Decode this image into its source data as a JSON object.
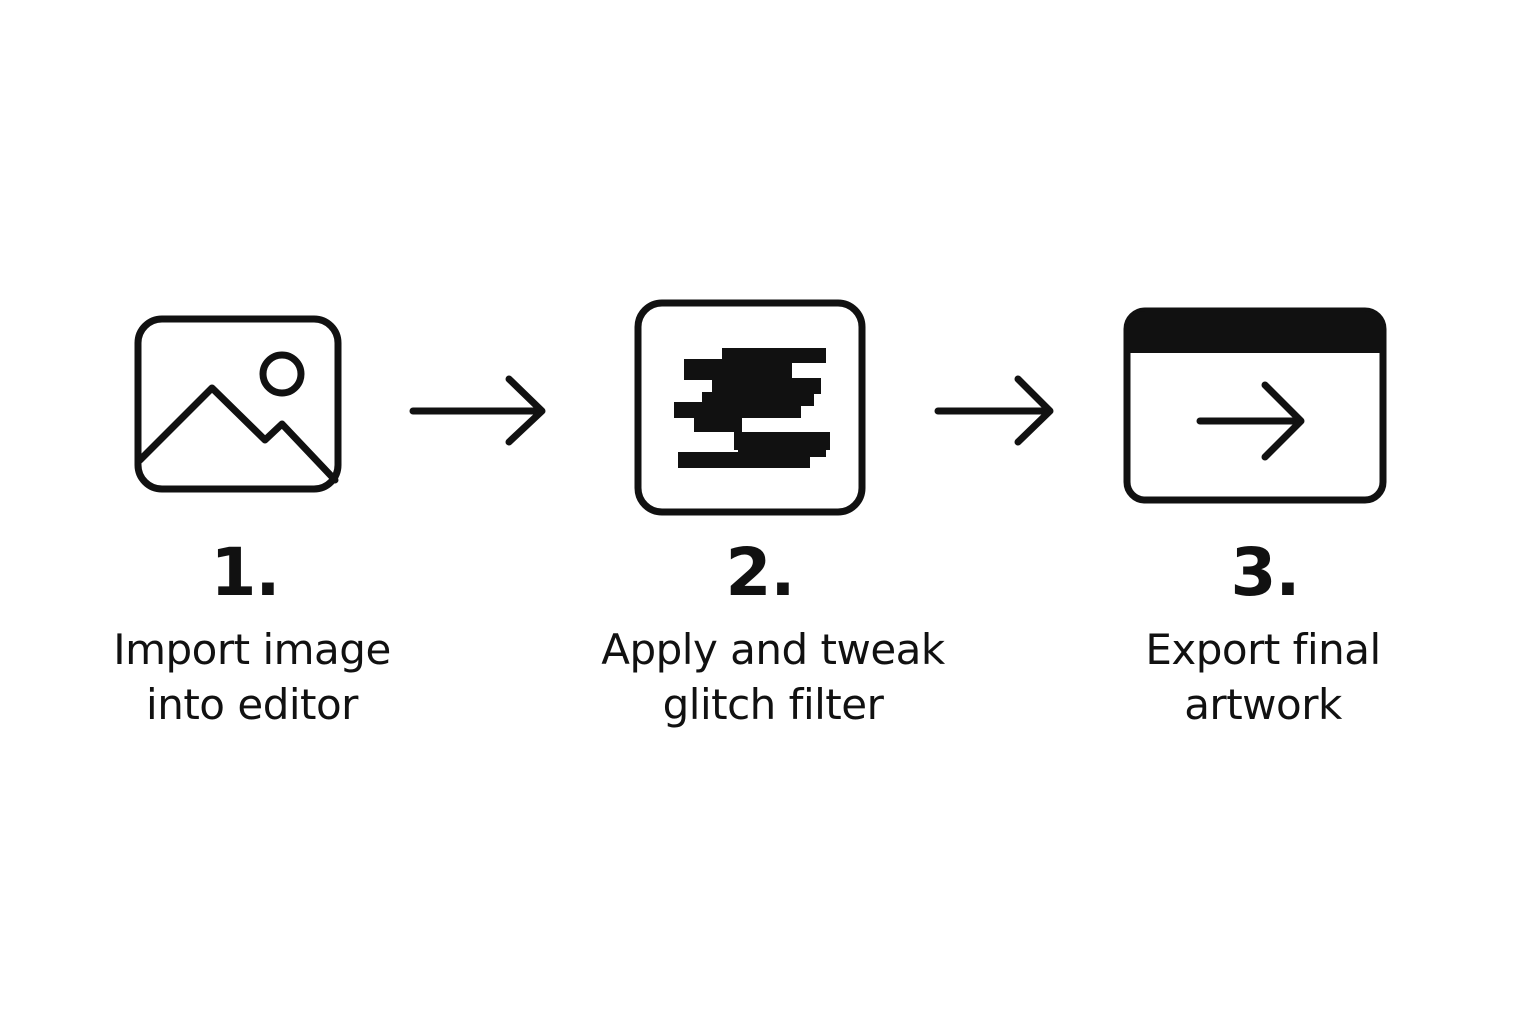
{
  "colors": {
    "background": "#ffffff",
    "ink": "#111111"
  },
  "steps": [
    {
      "number": "1.",
      "label_lines": [
        "Import image",
        "into editor"
      ],
      "icon": "image-icon"
    },
    {
      "number": "2.",
      "label_lines": [
        "Apply and tweak",
        "glitch filter"
      ],
      "icon": "glitch-filter-icon"
    },
    {
      "number": "3.",
      "label_lines": [
        "Export final",
        "artwork"
      ],
      "icon": "export-window-icon"
    }
  ],
  "connectors": [
    {
      "from": 1,
      "to": 2,
      "icon": "arrow-right-icon"
    },
    {
      "from": 2,
      "to": 3,
      "icon": "arrow-right-icon"
    }
  ]
}
